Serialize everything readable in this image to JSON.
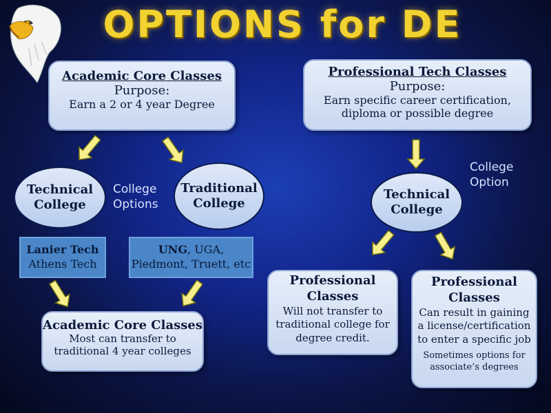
{
  "title": "OPTIONS for DE",
  "colors": {
    "arrow_fill": "#f7f08a",
    "title": "#f2d230"
  },
  "icons": {
    "logo": "eagle-head-icon"
  },
  "left_top": {
    "heading": "Academic Core Classes",
    "purpose_label": "Purpose:",
    "purpose": "Earn a 2 or 4 year Degree"
  },
  "right_top": {
    "heading": "Professional Tech Classes",
    "purpose_label": "Purpose:",
    "purpose_line1": "Earn specific career certification,",
    "purpose_line2": "diploma or possible degree"
  },
  "left_tech": {
    "line1": "Technical",
    "line2": "College"
  },
  "left_trad": {
    "line1": "Traditional",
    "line2": "College"
  },
  "left_options": {
    "line1": "College",
    "line2": "Options"
  },
  "right_option": {
    "line1": "College",
    "line2": "Option"
  },
  "right_tech": {
    "line1": "Technical",
    "line2": "College"
  },
  "tech_schools": {
    "bold": "Lanier Tech",
    "rest": "Athens Tech"
  },
  "trad_schools": {
    "bold": "UNG",
    "rest1": ", UGA,",
    "rest2": "Piedmont, Truett, etc"
  },
  "left_bottom": {
    "heading": "Academic Core Classes",
    "line1": "Most can transfer to",
    "line2": "traditional  4 year colleges"
  },
  "prof_left": {
    "h1": "Professional",
    "h2": "Classes",
    "l1": "Will not transfer to",
    "l2": "traditional college for",
    "l3": "degree credit."
  },
  "prof_right": {
    "h1": "Professional",
    "h2": "Classes",
    "l1": "Can result in gaining",
    "l2": "a license/certification",
    "l3": "to enter a specific job",
    "s1": "Sometimes options for",
    "s2": "associate’s degrees"
  }
}
